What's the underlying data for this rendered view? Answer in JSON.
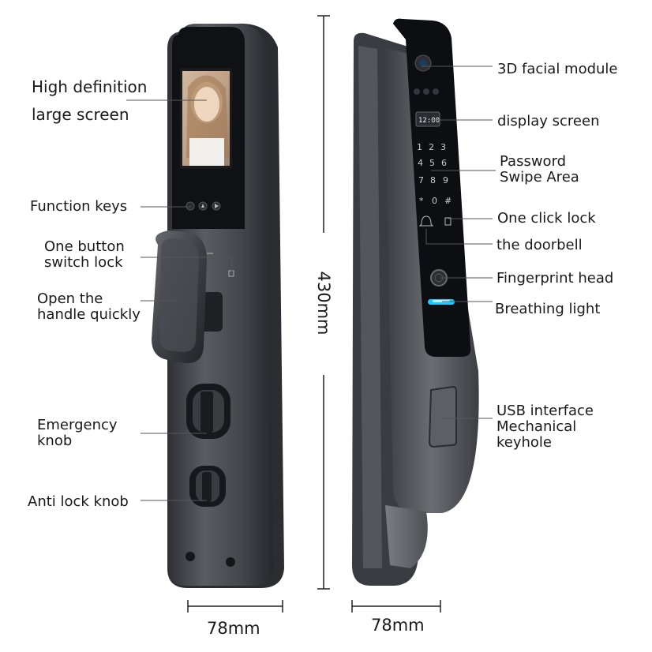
{
  "left_labels": {
    "screen_line1": "High definition",
    "screen_line2": "large screen",
    "function_keys": "Function keys",
    "switch_line1": "One button",
    "switch_line2": "switch lock",
    "handle_line1": "Open the",
    "handle_line2": "handle quickly",
    "emergency_line1": "Emergency",
    "emergency_line2": "knob",
    "anti_lock": "Anti lock knob"
  },
  "right_labels": {
    "facial": "3D facial module",
    "display": "display screen",
    "password_line1": "Password",
    "password_line2": "Swipe Area",
    "one_click": "One click lock",
    "doorbell": "the doorbell",
    "fingerprint": "Fingerprint head",
    "breathing": "Breathing light",
    "usb_line1": "USB interface",
    "usb_line2": "Mechanical",
    "usb_line3": "keyhole"
  },
  "dimensions": {
    "height": "430mm",
    "width_front": "78mm",
    "width_side": "78mm"
  },
  "device": {
    "clock": "12:00",
    "keys": [
      "1",
      "2",
      "3",
      "4",
      "5",
      "6",
      "7",
      "8",
      "9",
      "*",
      "0",
      "#"
    ]
  },
  "colors": {
    "body": "#4a4c52",
    "panel": "#0d0e11",
    "breathing_light": "#1ec8ff",
    "leader": "#555555"
  }
}
